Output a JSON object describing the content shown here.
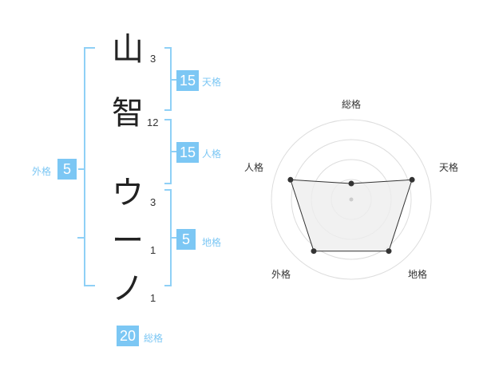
{
  "colors": {
    "accent": "#7cc7f4",
    "bracket": "#8fd0f6",
    "text": "#222222",
    "radar_fill": "#eeeeee",
    "radar_grid": "#dddddd",
    "radar_line": "#333333"
  },
  "name": {
    "characters": [
      {
        "char": "山",
        "strokes": "3"
      },
      {
        "char": "智",
        "strokes": "12"
      },
      {
        "char": "ウ",
        "strokes": "3"
      },
      {
        "char": "ー",
        "strokes": "1"
      },
      {
        "char": "ノ",
        "strokes": "1"
      }
    ]
  },
  "kaku": {
    "tenkaku": {
      "value": "15",
      "label": "天格"
    },
    "jinkaku": {
      "value": "15",
      "label": "人格"
    },
    "chikaku": {
      "value": "5",
      "label": "地格"
    },
    "gaikaku": {
      "value": "5",
      "label": "外格"
    },
    "soukaku": {
      "value": "20",
      "label": "総格"
    }
  },
  "radar": {
    "labels": {
      "soukaku": "総格",
      "tenkaku": "天格",
      "chikaku": "地格",
      "gaikaku": "外格",
      "jinkaku": "人格"
    },
    "rings": 4,
    "scores": {
      "soukaku": 0.2,
      "tenkaku": 0.8,
      "chikaku": 0.8,
      "gaikaku": 0.8,
      "jinkaku": 0.8
    }
  }
}
